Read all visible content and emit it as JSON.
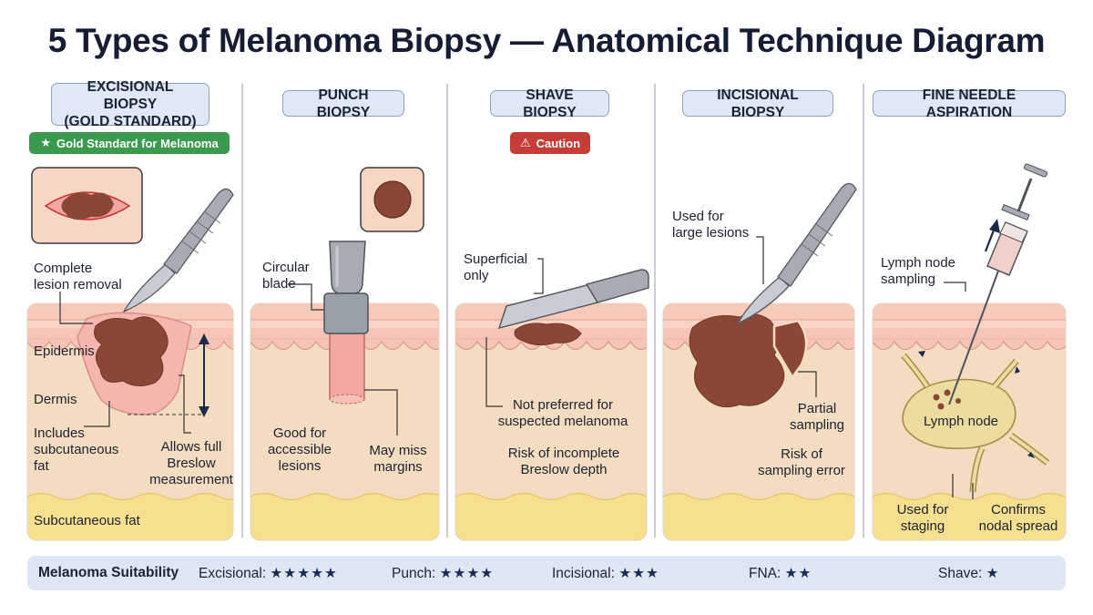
{
  "title": "5 Types of Melanoma Biopsy — Anatomical Technique Diagram",
  "colors": {
    "epidermis": "#f6c9b9",
    "dermis": "#f4dcc0",
    "fat": "#f6df8e",
    "lesion": "#8b4736",
    "instrument": "#a7acb2",
    "panel_title_bg": "#dfe8f4",
    "badge_green": "#3a9a4e",
    "badge_red": "#c63d37"
  },
  "panels": {
    "excisional": {
      "title_line1": "EXCISIONAL BIOPSY",
      "title_line2": "(GOLD STANDARD)",
      "badge": "Gold Standard for Melanoma",
      "badge_icon": "star-icon",
      "labels": {
        "complete_line1": "Complete",
        "complete_line2": "lesion removal",
        "epidermis": "Epidermis",
        "dermis": "Dermis",
        "includes_line1": "Includes",
        "includes_line2": "subcutaneous",
        "includes_line3": "fat",
        "allows_line1": "Allows full",
        "allows_line2": "Breslow",
        "allows_line3": "measurement",
        "subcutaneous": "Subcutaneous fat"
      }
    },
    "punch": {
      "title": "PUNCH BIOPSY",
      "labels": {
        "circular_line1": "Circular",
        "circular_line2": "blade",
        "good_line1": "Good for",
        "good_line2": "accessible",
        "good_line3": "lesions",
        "miss_line1": "May miss",
        "miss_line2": "margins"
      }
    },
    "shave": {
      "title": "SHAVE BIOPSY",
      "badge": "Caution",
      "badge_icon": "warning-icon",
      "labels": {
        "superficial_line1": "Superficial",
        "superficial_line2": "only",
        "notpref_line1": "Not preferred for",
        "notpref_line2": "suspected melanoma",
        "risk_line1": "Risk of incomplete",
        "risk_line2": "Breslow depth"
      }
    },
    "incisional": {
      "title": "INCISIONAL BIOPSY",
      "labels": {
        "used_line1": "Used for",
        "used_line2": "large lesions",
        "partial_line1": "Partial",
        "partial_line2": "sampling",
        "risk_line1": "Risk of",
        "risk_line2": "sampling error"
      }
    },
    "fna": {
      "title": "FINE NEEDLE ASPIRATION",
      "labels": {
        "lymph_sampling_line1": "Lymph node",
        "lymph_sampling_line2": "sampling",
        "lymph_node": "Lymph node",
        "staging_line1": "Used for",
        "staging_line2": "staging",
        "confirms_line1": "Confirms",
        "confirms_line2": "nodal spread"
      }
    }
  },
  "footer": {
    "heading": "Melanoma Suitability",
    "items": [
      {
        "label": "Excisional:",
        "rating": 5,
        "stars": "★★★★★"
      },
      {
        "label": "Punch:",
        "rating": 4,
        "stars": "★★★★"
      },
      {
        "label": "Incisional:",
        "rating": 2.5,
        "stars": "★★★"
      },
      {
        "label": "FNA:",
        "rating": 2,
        "stars": "★★"
      },
      {
        "label": "Shave:",
        "rating": 1,
        "stars": "★"
      }
    ]
  }
}
